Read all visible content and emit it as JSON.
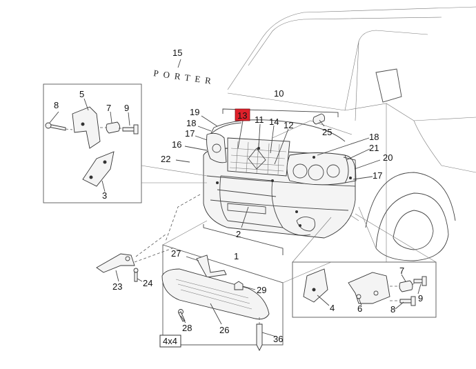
{
  "logo_text": "PORTER",
  "variant_label": "4x4",
  "highlighted_part": "13",
  "highlight_color": "#e0202a",
  "callouts": [
    "15",
    "10",
    "19",
    "13",
    "11",
    "14",
    "12",
    "25",
    "18",
    "17",
    "16",
    "22",
    "8",
    "5",
    "7",
    "9",
    "3",
    "18",
    "21",
    "20",
    "17",
    "2",
    "1",
    "27",
    "29",
    "23",
    "24",
    "28",
    "26",
    "36",
    "4",
    "6",
    "7",
    "9",
    "8"
  ]
}
